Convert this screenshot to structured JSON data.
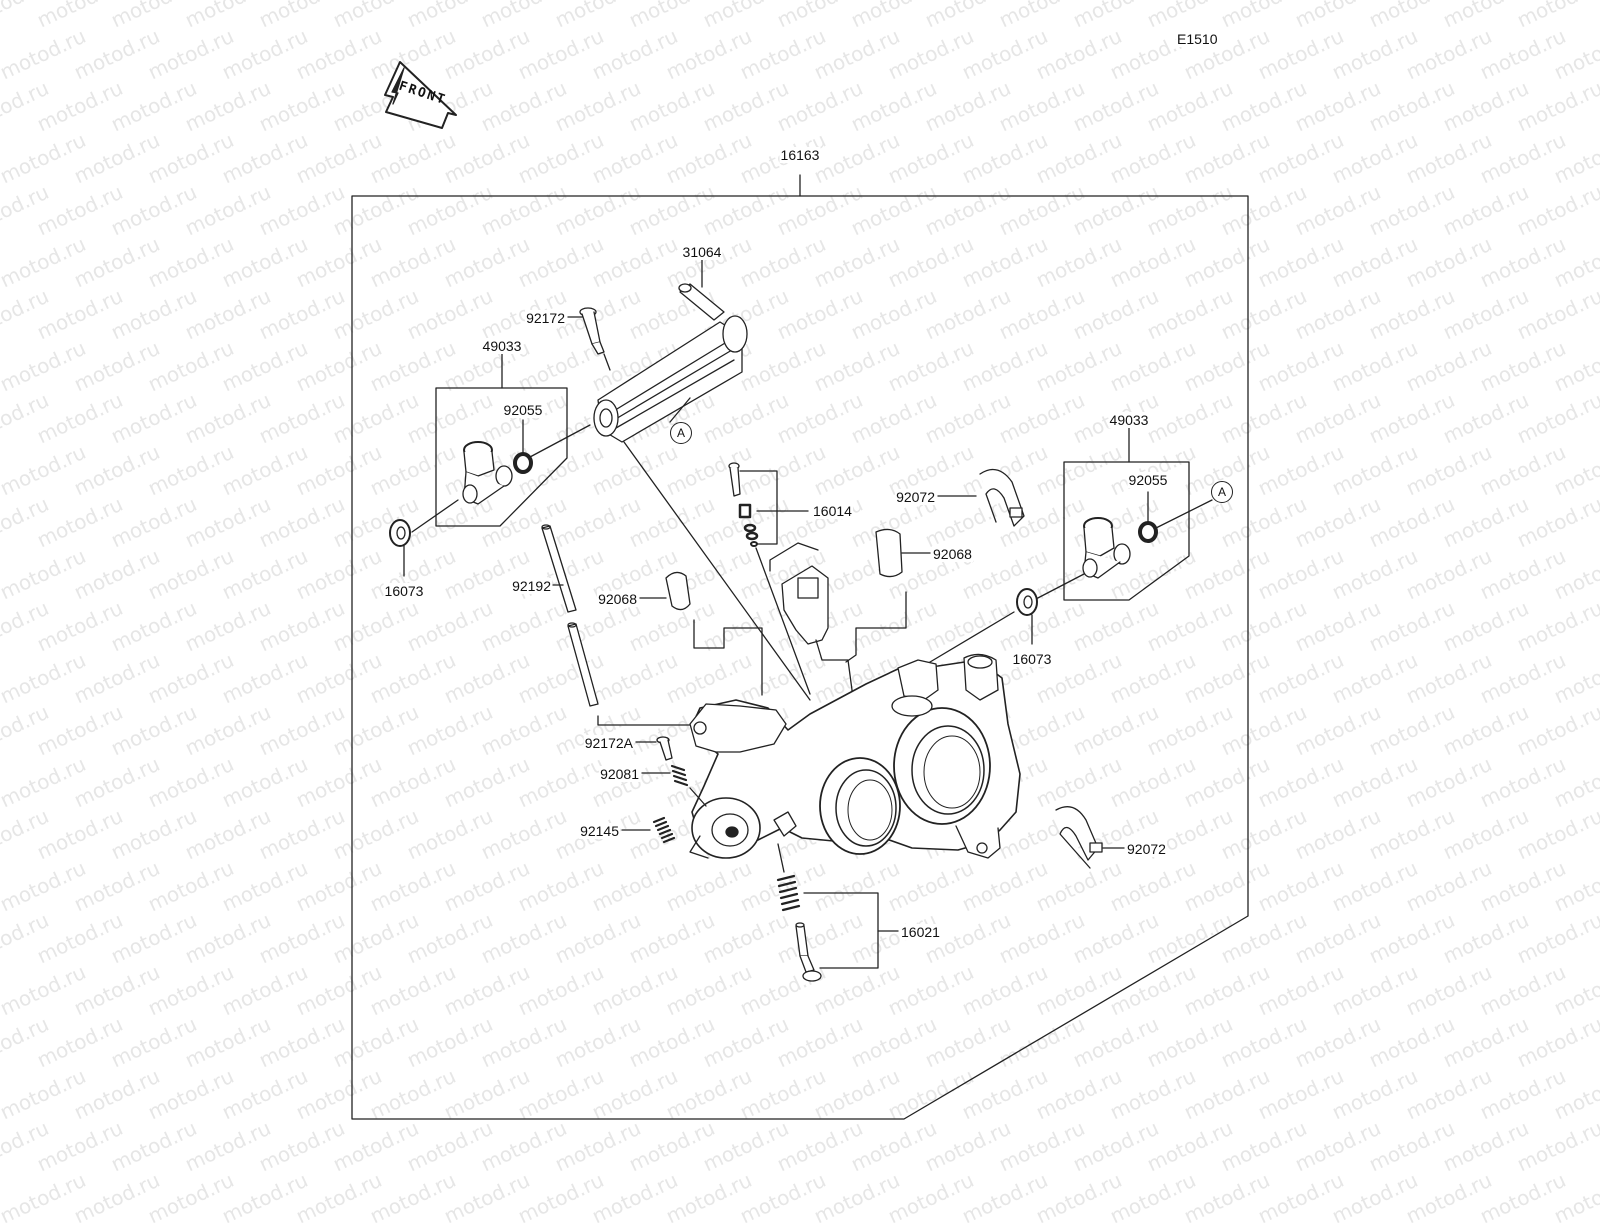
{
  "diagram_code": "E1510",
  "front_label": "FRONT",
  "watermark_text": "motod.ru",
  "callout_a": "A",
  "parts": {
    "p16163": "16163",
    "p31064": "31064",
    "p92172": "92172",
    "p49033_left": "49033",
    "p92055_left": "92055",
    "p16073_left": "16073",
    "p92192": "92192",
    "p92068_left": "92068",
    "p16014": "16014",
    "p92072_top": "92072",
    "p92068_right": "92068",
    "p49033_right": "49033",
    "p92055_right": "92055",
    "p16073_right": "16073",
    "p92172A": "92172A",
    "p92081": "92081",
    "p92145": "92145",
    "p92072_bottom": "92072",
    "p16021": "16021"
  },
  "colors": {
    "line": "#222222",
    "watermark": "#e6e6e6"
  }
}
